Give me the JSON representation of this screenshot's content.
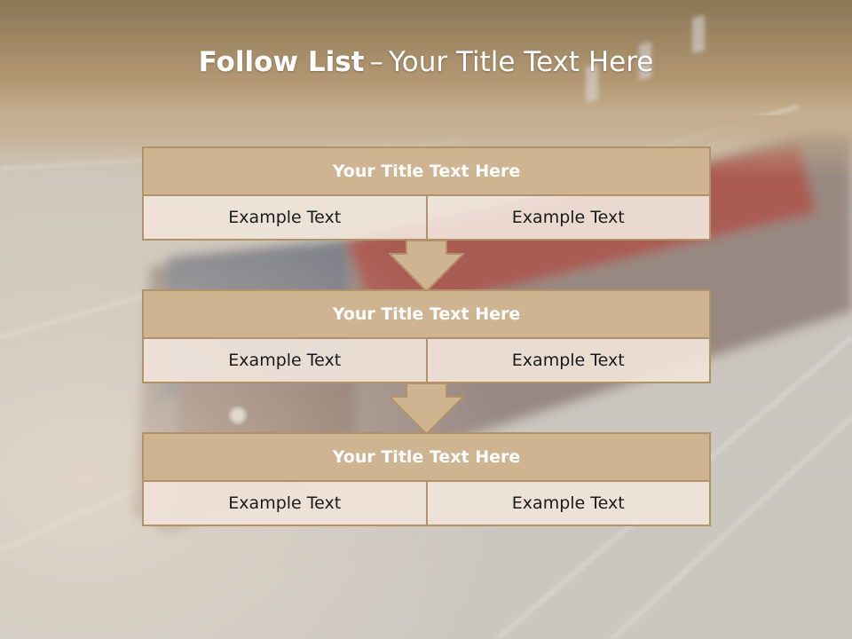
{
  "slide": {
    "title_bold": "Follow List",
    "title_separator": "–",
    "title_rest": "Your Title Text Here"
  },
  "blocks": [
    {
      "title": "Your Title Text Here",
      "left": "Example Text",
      "right": "Example Text"
    },
    {
      "title": "Your Title Text Here",
      "left": "Example Text",
      "right": "Example Text"
    },
    {
      "title": "Your Title Text Here",
      "left": "Example Text",
      "right": "Example Text"
    }
  ],
  "colors": {
    "header_fill": "#cfb492",
    "border": "#b3926a",
    "cell_fill": "#efe3d9",
    "title_text": "#ffffff"
  }
}
